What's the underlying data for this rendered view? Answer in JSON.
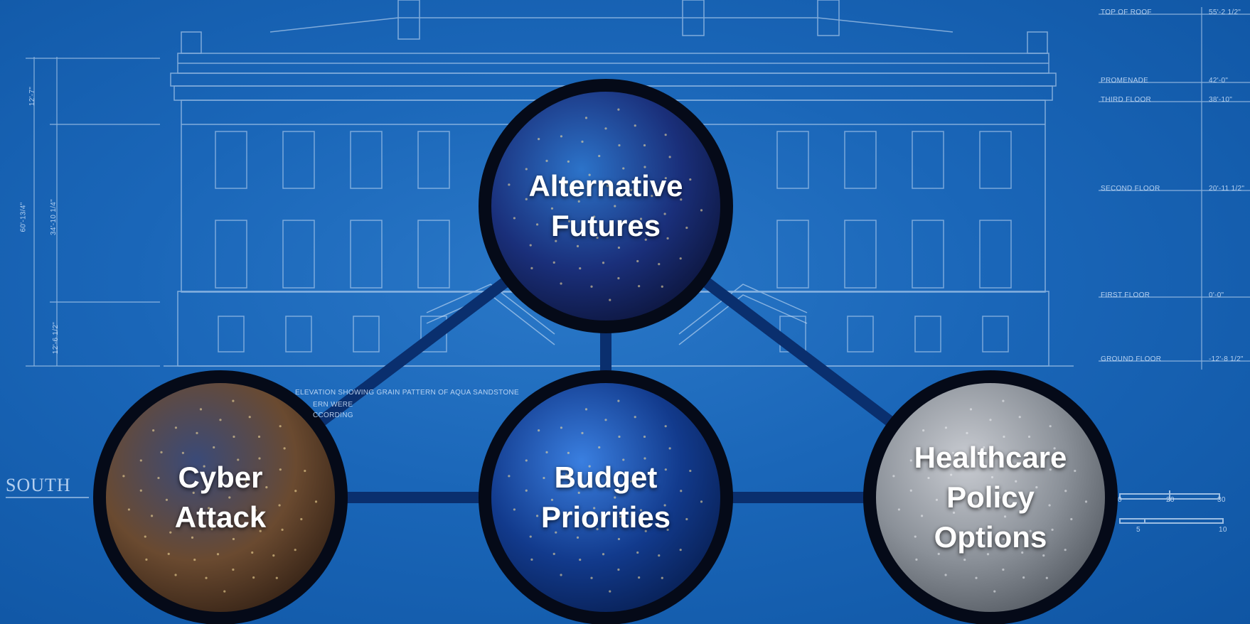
{
  "nodes": [
    {
      "id": "alternative-futures",
      "label": "Alternative\nFutures"
    },
    {
      "id": "cyber-attack",
      "label": "Cyber\nAttack"
    },
    {
      "id": "budget-priorities",
      "label": "Budget\nPriorities"
    },
    {
      "id": "healthcare-policy-options",
      "label": "Healthcare\nPolicy\nOptions"
    }
  ],
  "edges": [
    [
      "alternative-futures",
      "cyber-attack"
    ],
    [
      "alternative-futures",
      "budget-priorities"
    ],
    [
      "alternative-futures",
      "healthcare-policy-options"
    ],
    [
      "cyber-attack",
      "budget-priorities"
    ],
    [
      "budget-priorities",
      "healthcare-policy-options"
    ]
  ],
  "blueprint": {
    "elevation_label": "SOUTH",
    "caption_lines": [
      "ELEVATION SHOWING GRAIN PATTERN OF AQUA SANDSTONE",
      "ERN WERE",
      "CCORDING"
    ],
    "left_dims": [
      "12'-7\"",
      "60'-13/4\"",
      "34'-10 1/4\"",
      "12'-6 1/2\""
    ],
    "levels": [
      {
        "name": "TOP OF ROOF",
        "height": "55'-2 1/2\""
      },
      {
        "name": "PROMENADE",
        "height": "42'-0\""
      },
      {
        "name": "THIRD FLOOR",
        "height": "38'-10\""
      },
      {
        "name": "SECOND FLOOR",
        "height": "20'-11 1/2\""
      },
      {
        "name": "FIRST FLOOR",
        "height": "0'-0\""
      },
      {
        "name": "GROUND FLOOR",
        "height": "-12'-8 1/2\""
      }
    ],
    "scale_top": [
      "0",
      "20",
      "30"
    ],
    "scale_bottom": [
      "5",
      "10"
    ]
  },
  "colors": {
    "background": "#1463b5",
    "connector": "#0a2f6e",
    "ring": "#050a18",
    "blueprint_line": "#cfe3fb"
  }
}
